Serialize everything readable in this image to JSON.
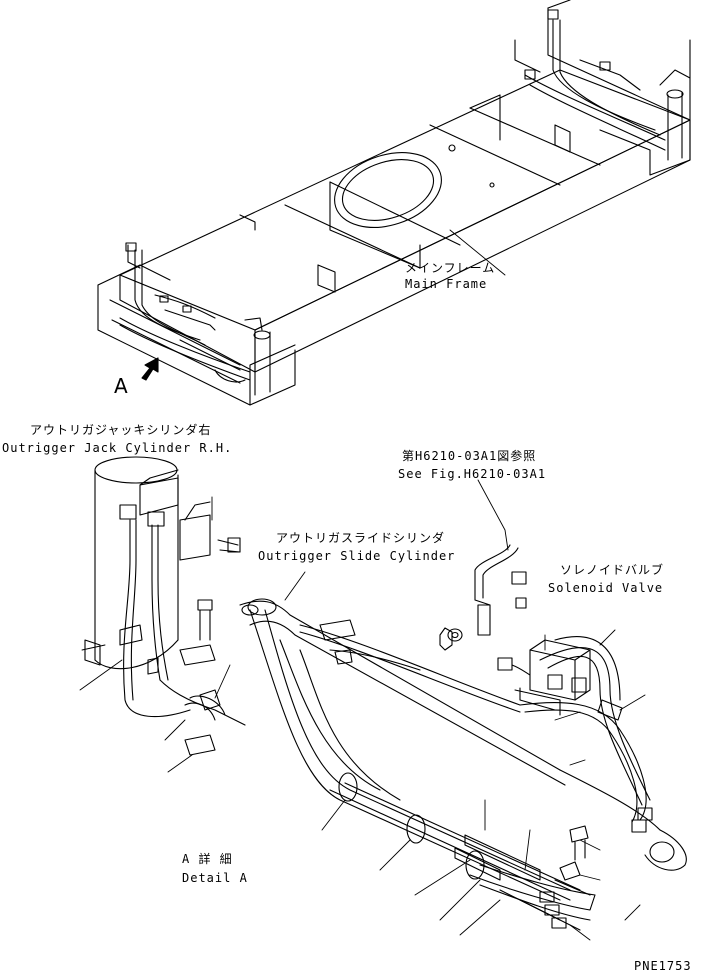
{
  "labels": {
    "main_frame_jp": "メインフレーム",
    "main_frame_en": "Main Frame",
    "view_a": "A",
    "jack_rh_jp": "アウトリガジャッキシリンダ右",
    "jack_rh_en": "Outrigger Jack Cylinder R.H.",
    "ref_jp": "第H6210-03A1図参照",
    "ref_en": "See Fig.H6210-03A1",
    "slide_jp": "アウトリガスライドシリンダ",
    "slide_en": "Outrigger Slide Cylinder",
    "solenoid_jp": "ソレノイドバルブ",
    "solenoid_en": "Solenoid Valve",
    "detail_jp": "A 詳 細",
    "detail_en": "Detail A",
    "drawing_no": "PNE1753"
  },
  "colors": {
    "line": "#000000",
    "background": "#ffffff"
  }
}
